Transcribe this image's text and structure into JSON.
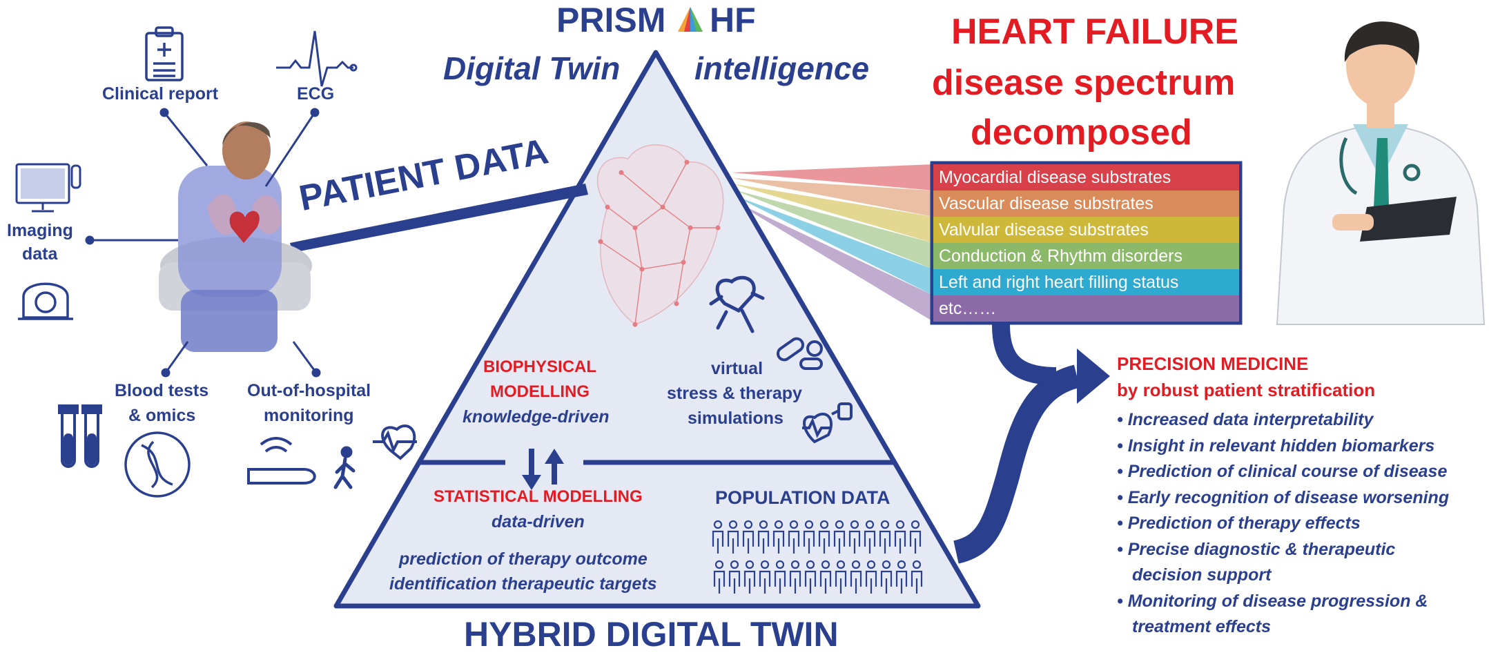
{
  "header": {
    "brand_left": "PRISM",
    "brand_right": "HF",
    "subtitle_left": "Digital Twin",
    "subtitle_right": "intelligence"
  },
  "patient_data": {
    "title": "PATIENT DATA",
    "sources": [
      {
        "label": "Clinical report"
      },
      {
        "label": "ECG"
      },
      {
        "label_line1": "Imaging",
        "label_line2": "data"
      },
      {
        "label_line1": "Blood tests",
        "label_line2": "& omics"
      },
      {
        "label_line1": "Out-of-hospital",
        "label_line2": "monitoring"
      }
    ]
  },
  "triangle": {
    "biophysical_title_1": "BIOPHYSICAL",
    "biophysical_title_2": "MODELLING",
    "biophysical_sub": "knowledge-driven",
    "virtual_1": "virtual",
    "virtual_2": "stress & therapy",
    "virtual_3": "simulations",
    "statistical_title": "STATISTICAL MODELLING",
    "statistical_sub": "data-driven",
    "prediction_1": "prediction of therapy outcome",
    "prediction_2": "identification therapeutic targets",
    "population_title": "POPULATION DATA",
    "bottom_title": "HYBRID DIGITAL TWIN"
  },
  "heart_failure": {
    "title_1": "HEART FAILURE",
    "title_2": "disease spectrum",
    "title_3": "decomposed",
    "spectrum": [
      {
        "label": "Myocardial disease substrates",
        "color": "#d9414a"
      },
      {
        "label": "Vascular disease substrates",
        "color": "#d98b5a"
      },
      {
        "label": "Valvular disease substrates",
        "color": "#cdb83a"
      },
      {
        "label": "Conduction & Rhythm disorders",
        "color": "#8cb86a"
      },
      {
        "label": "Left and right heart filling status",
        "color": "#2eaad0"
      },
      {
        "label": "etc……",
        "color": "#8c6aa8"
      }
    ]
  },
  "precision_medicine": {
    "title_1": "PRECISION MEDICINE",
    "title_2": "by robust patient stratification",
    "bullets": [
      "Increased data interpretability",
      "Insight in relevant hidden biomarkers",
      "Prediction of clinical course of disease",
      "Early recognition of disease worsening",
      "Prediction of therapy effects",
      "Precise diagnostic & therapeutic",
      "decision support",
      "Monitoring of disease progression &",
      "treatment effects"
    ]
  },
  "colors": {
    "navy": "#2b3f8f",
    "red": "#e31b23",
    "triangle_fill": "#e4e9f4"
  }
}
